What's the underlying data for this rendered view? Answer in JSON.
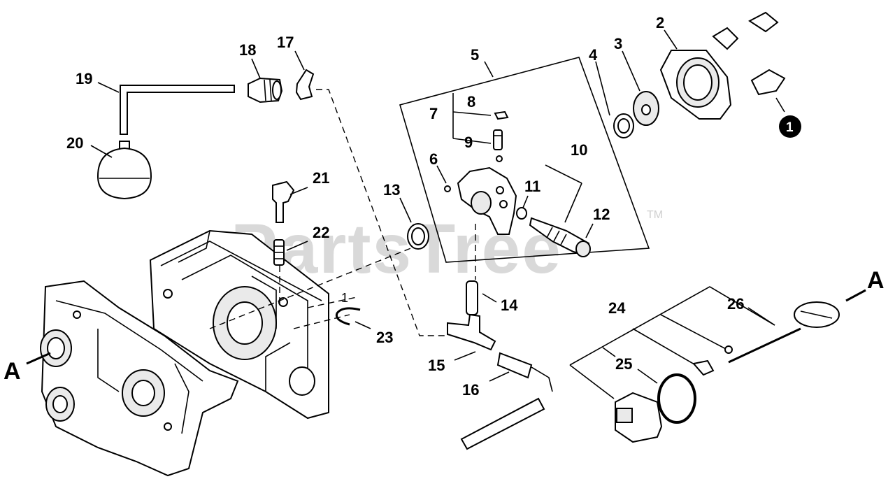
{
  "watermark": {
    "text": "PartsTree",
    "trademark": "TM"
  },
  "callouts": {
    "c1": "1",
    "c2": "2",
    "c3": "3",
    "c4": "4",
    "c5": "5",
    "c6": "6",
    "c7": "7",
    "c8": "8",
    "c9": "9",
    "c10": "10",
    "c11": "11",
    "c12": "12",
    "c13": "13",
    "c14": "14",
    "c15": "15",
    "c16": "16",
    "c17": "17",
    "c18": "18",
    "c19": "19",
    "c20": "20",
    "c21": "21",
    "c22": "22",
    "c23": "23",
    "c24": "24",
    "c25": "25",
    "c26": "26"
  },
  "ref_marker": "1",
  "section_ref": {
    "left": "A",
    "right": "A"
  }
}
